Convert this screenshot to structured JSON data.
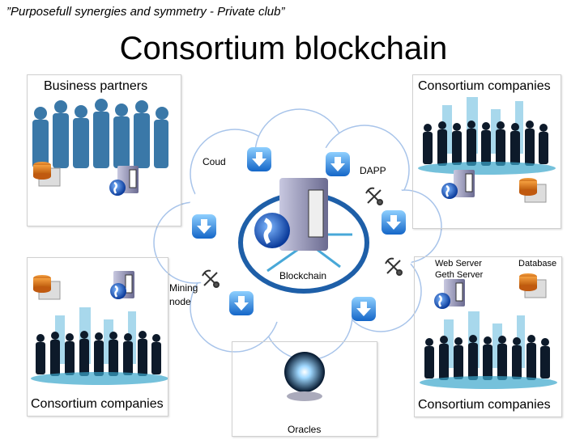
{
  "subtitle": "”Purposefull synergies and symmetry - Private club”",
  "title": "Consortium blockchain",
  "boxes": {
    "business_partners": "Business partners",
    "top_right": "Consortium companies",
    "bottom_left": "Consortium companies",
    "bottom_right": "Consortium companies",
    "oracles": "Oracles"
  },
  "cloud": {
    "cloud_label": "Coud",
    "dapp_label": "DAPP",
    "mining_label": "Mining\nnode",
    "blockchain_label": "Blockchain"
  },
  "bottom_right_labels": {
    "web_server": "Web Server",
    "geth_server": "Geth Server",
    "database": "Database"
  }
}
